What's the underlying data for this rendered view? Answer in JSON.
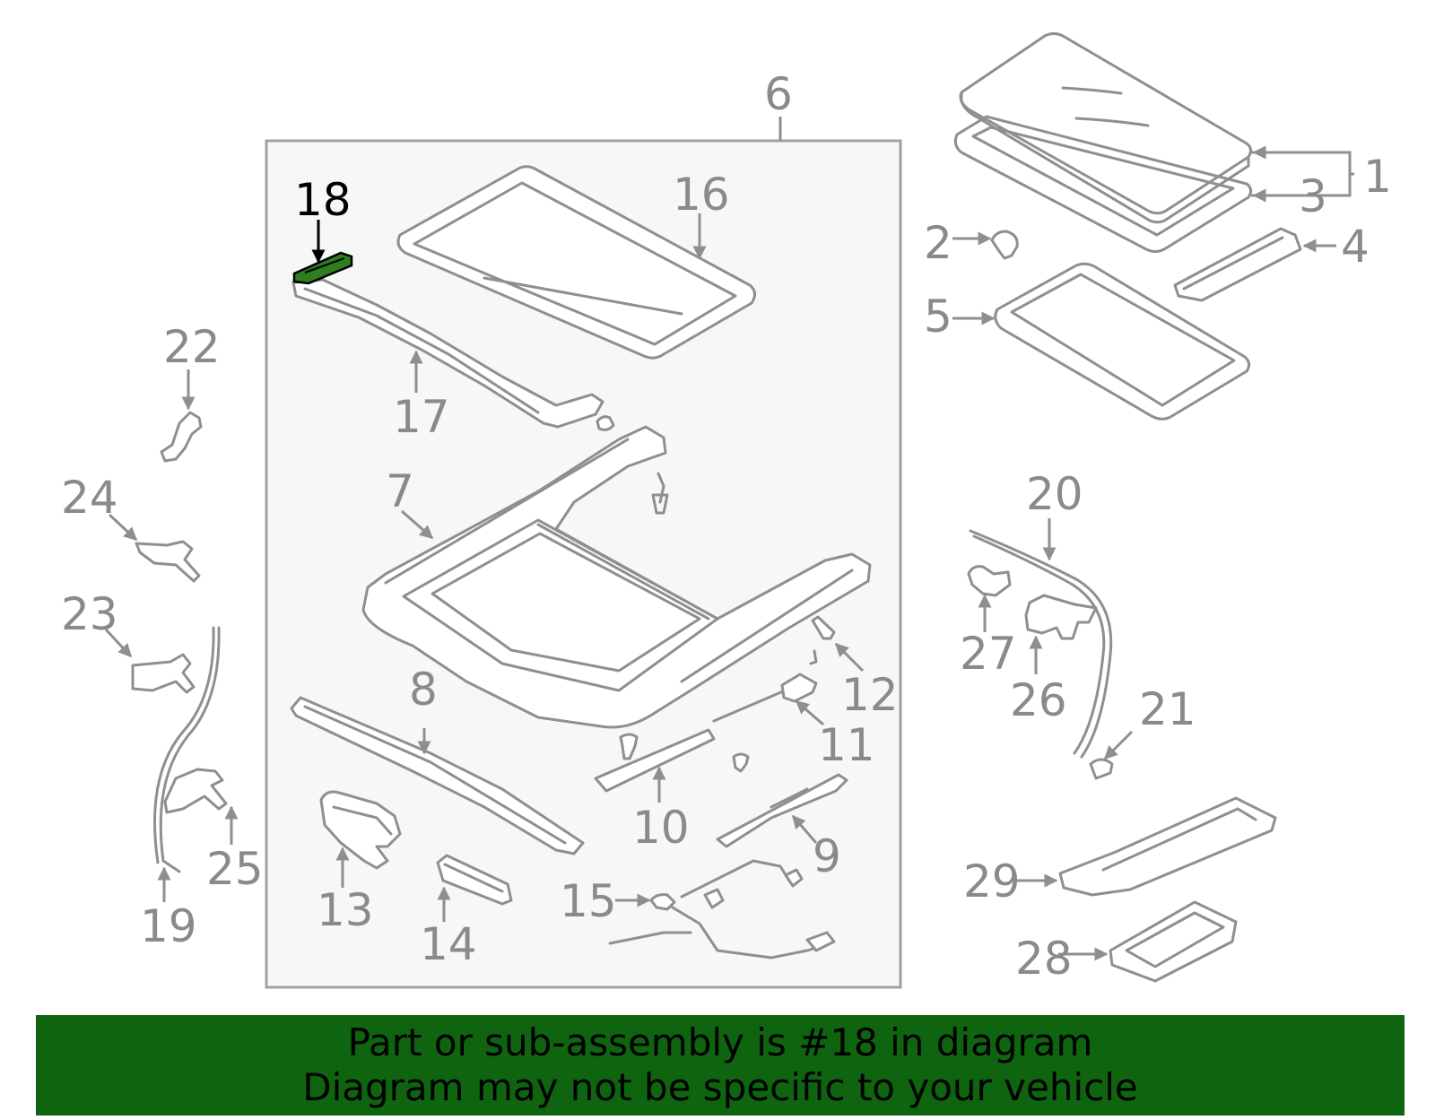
{
  "diagram": {
    "highlighted_part": "18",
    "callouts": {
      "c1": "1",
      "c2": "2",
      "c3": "3",
      "c4": "4",
      "c5": "5",
      "c6": "6",
      "c7": "7",
      "c8": "8",
      "c9": "9",
      "c10": "10",
      "c11": "11",
      "c12": "12",
      "c13": "13",
      "c14": "14",
      "c15": "15",
      "c16": "16",
      "c17": "17",
      "c18": "18",
      "c19": "19",
      "c20": "20",
      "c21": "21",
      "c22": "22",
      "c23": "23",
      "c24": "24",
      "c25": "25",
      "c26": "26",
      "c27": "27",
      "c28": "28",
      "c29": "29"
    },
    "colors": {
      "line": "#8f8f8f",
      "highlight_part": "#2e7d1f",
      "panel_background": "#f7f7f7",
      "banner_background": "#0f6410"
    }
  },
  "banner": {
    "line1": "Part or sub-assembly is #18 in diagram",
    "line2": "Diagram may not be specific to your vehicle"
  }
}
